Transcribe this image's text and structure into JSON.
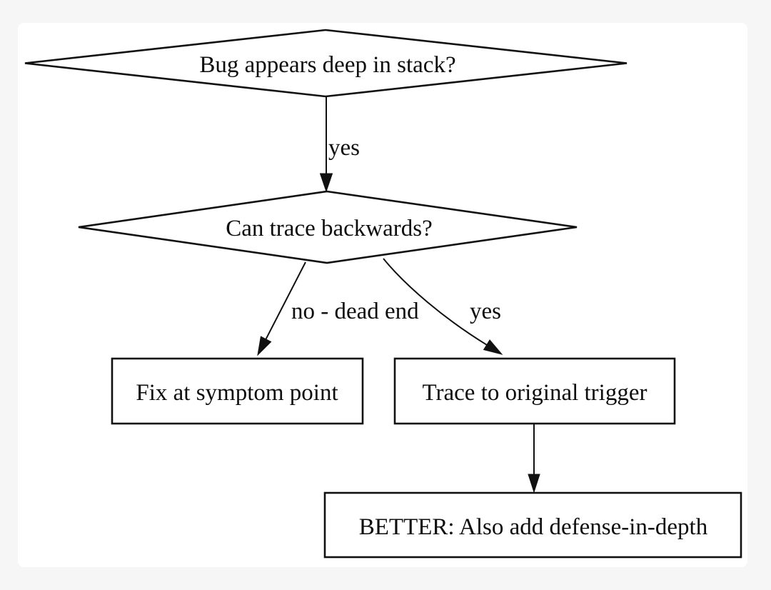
{
  "diagram": {
    "type": "flowchart",
    "colors": {
      "page_background": "#f6f6f7",
      "canvas_background": "#ffffff",
      "stroke": "#111111",
      "text": "#0d0d0d"
    },
    "nodes": {
      "decision_bug_deep": {
        "shape": "diamond",
        "label": "Bug appears deep in stack?"
      },
      "decision_can_trace": {
        "shape": "diamond",
        "label": "Can trace backwards?"
      },
      "fix_symptom": {
        "shape": "rectangle",
        "label": "Fix at symptom point"
      },
      "trace_trigger": {
        "shape": "rectangle",
        "label": "Trace to original trigger"
      },
      "better_defense": {
        "shape": "rectangle",
        "label": "BETTER: Also add defense-in-depth"
      }
    },
    "edges": {
      "bug_deep_yes": {
        "from": "decision_bug_deep",
        "to": "decision_can_trace",
        "label": "yes"
      },
      "trace_no": {
        "from": "decision_can_trace",
        "to": "fix_symptom",
        "label": "no - dead end"
      },
      "trace_yes": {
        "from": "decision_can_trace",
        "to": "trace_trigger",
        "label": "yes"
      },
      "trigger_to_better": {
        "from": "trace_trigger",
        "to": "better_defense",
        "label": ""
      }
    }
  }
}
